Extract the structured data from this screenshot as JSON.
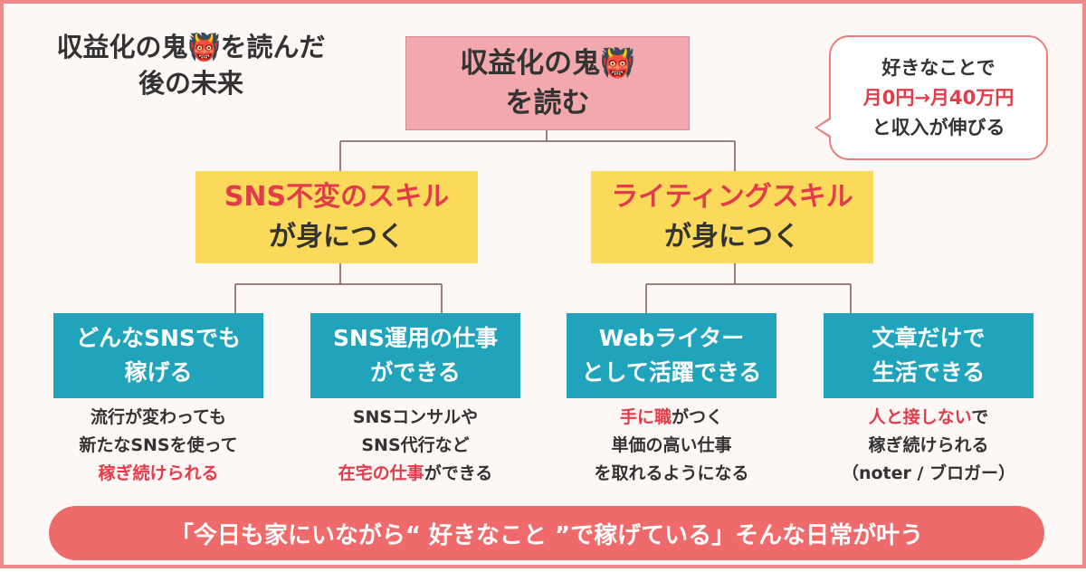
{
  "title_note": {
    "line1": "収益化の鬼👹を読んだ",
    "line2": "後の未来"
  },
  "root": {
    "line1": "収益化の鬼👹",
    "line2": "を読む"
  },
  "bubble": {
    "line1": "好きなことで",
    "line2": "月0円→月40万円",
    "line3": "と収入が伸びる"
  },
  "skills": [
    {
      "highlight": "SNS不変のスキル",
      "line2": "が身につく"
    },
    {
      "highlight": "ライティングスキル",
      "line2": "が身につく"
    }
  ],
  "outcomes": [
    {
      "line1": "どんなSNSでも",
      "line2": "稼げる",
      "desc": [
        {
          "text": "流行が変わっても"
        },
        {
          "text": "新たなSNSを使って"
        },
        {
          "red": "稼ぎ続けられる",
          "text": ""
        }
      ]
    },
    {
      "line1": "SNS運用の仕事",
      "line2": "ができる",
      "desc": [
        {
          "text": "SNSコンサルや"
        },
        {
          "text": "SNS代行など"
        },
        {
          "red": "在宅の仕事",
          "text": "ができる"
        }
      ]
    },
    {
      "line1": "Webライター",
      "line2": "として活躍できる",
      "desc": [
        {
          "red": "手に職",
          "text": "がつく"
        },
        {
          "text": "単価の高い仕事"
        },
        {
          "text": "を取れるようになる"
        }
      ]
    },
    {
      "line1": "文章だけで",
      "line2": "生活できる",
      "desc": [
        {
          "red": "人と接しない",
          "text": "で"
        },
        {
          "text": "稼ぎ続けられる"
        },
        {
          "text": "（noter / ブロガー）"
        }
      ]
    }
  ],
  "banner": "「今日も家にいながら“ 好きなこと ”で稼げている」そんな日常が叶う",
  "colors": {
    "root": "#f2a8ad",
    "skill": "#fbd95a",
    "outcome": "#1fa4bb",
    "accent": "#e23c4a",
    "banner": "#ef6a6a",
    "border": "#f08a8a"
  }
}
